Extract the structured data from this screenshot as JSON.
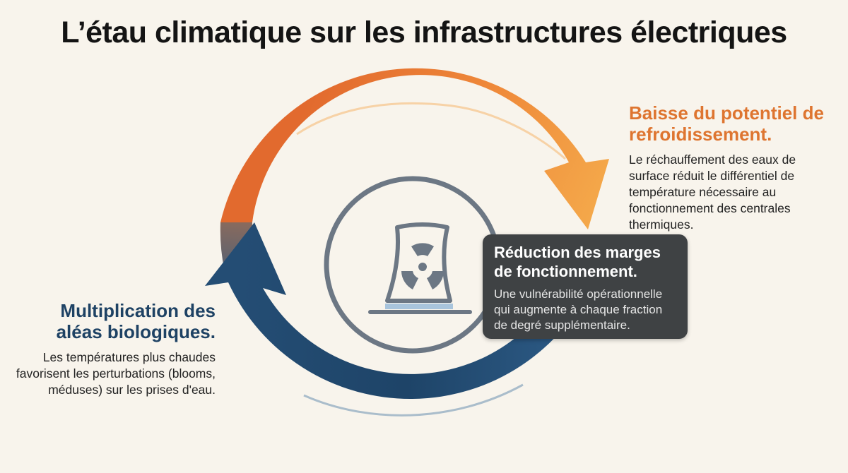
{
  "title": "L’étau climatique sur les infrastructures électriques",
  "right_block": {
    "heading": "Baisse du potentiel de refroidissement.",
    "text": "Le réchauffement des eaux de surface réduit le différentiel de température nécessaire au fonctionnement des centrales thermiques."
  },
  "center_block": {
    "heading": "Réduction des marges de fonctionnement.",
    "text": "Une vulnérabilité opérationnelle qui augmente à chaque fraction de degré supplémentaire."
  },
  "left_block": {
    "heading": "Multiplication des aléas biologiques.",
    "text": "Les températures plus chaudes favorisent les perturbations (blooms, méduses) sur les prises d'eau."
  },
  "icons": {
    "center": "nuclear-cooling-tower-icon",
    "cycle": "circular-arrows"
  },
  "colors": {
    "orange": "#f0913c",
    "orange_dark": "#de7530",
    "blue": "#1e4264",
    "icon_gray": "#6c7784",
    "box": "#3f4244",
    "background": "#f8f4ec"
  }
}
